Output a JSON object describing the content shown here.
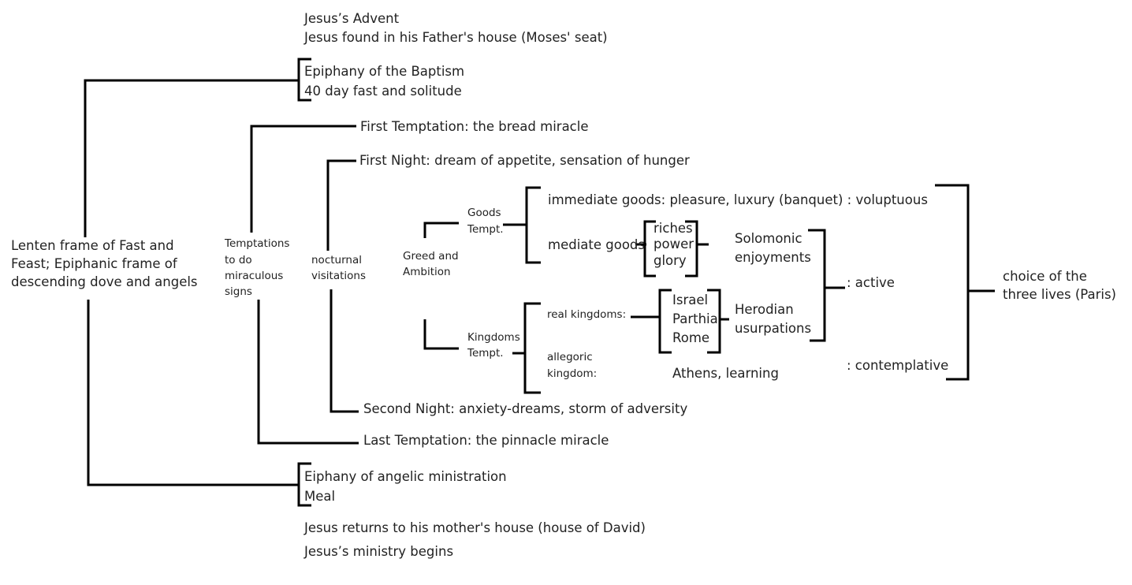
{
  "top": {
    "advent": "Jesus’s Advent",
    "fathers_house": "Jesus found in his Father's house (Moses' seat)",
    "baptism": "Epiphany of the Baptism",
    "fast": "40 day fast and solitude"
  },
  "root": {
    "line1": "Lenten frame of Fast and",
    "line2": "Feast; Epiphanic frame of",
    "line3": "descending dove and angels"
  },
  "temptations": {
    "label": [
      "Temptations",
      "to do",
      "miraculous",
      "signs"
    ],
    "first": "First Temptation: the bread miracle",
    "last": "Last Temptation: the pinnacle miracle"
  },
  "nocturnal": {
    "label": [
      "nocturnal",
      "visitations"
    ],
    "first_night": "First Night: dream of appetite, sensation of hunger",
    "second_night": "Second Night: anxiety-dreams, storm of adversity"
  },
  "greed": {
    "label": [
      "Greed and",
      "Ambition"
    ],
    "goods_tempt": [
      "Goods",
      "Tempt."
    ],
    "kingdoms_tempt": [
      "Kingdoms",
      "Tempt."
    ],
    "immediate_goods": "immediate goods: pleasure, luxury (banquet) : voluptuous",
    "mediate_goods": "mediate goods",
    "mediate_items": [
      "riches",
      "power",
      "glory"
    ],
    "solomonic": [
      "Solomonic",
      "enjoyments"
    ],
    "real_kingdoms": "real kingdoms:",
    "kingdom_items": [
      "Israel",
      "Parthia",
      "Rome"
    ],
    "herodian": [
      "Herodian",
      "usurpations"
    ],
    "allegoric": [
      "allegoric",
      "kingdom:"
    ],
    "athens": "Athens, learning"
  },
  "lives": {
    "active": ": active",
    "contemplative": ": contemplative",
    "choice": [
      "choice of the",
      "three lives (Paris)"
    ]
  },
  "bottom": {
    "angelic": "Eiphany of angelic ministration",
    "meal": "Meal",
    "mothers_house": "Jesus returns to his mother's house (house of David)",
    "ministry": "Jesus’s ministry begins"
  }
}
